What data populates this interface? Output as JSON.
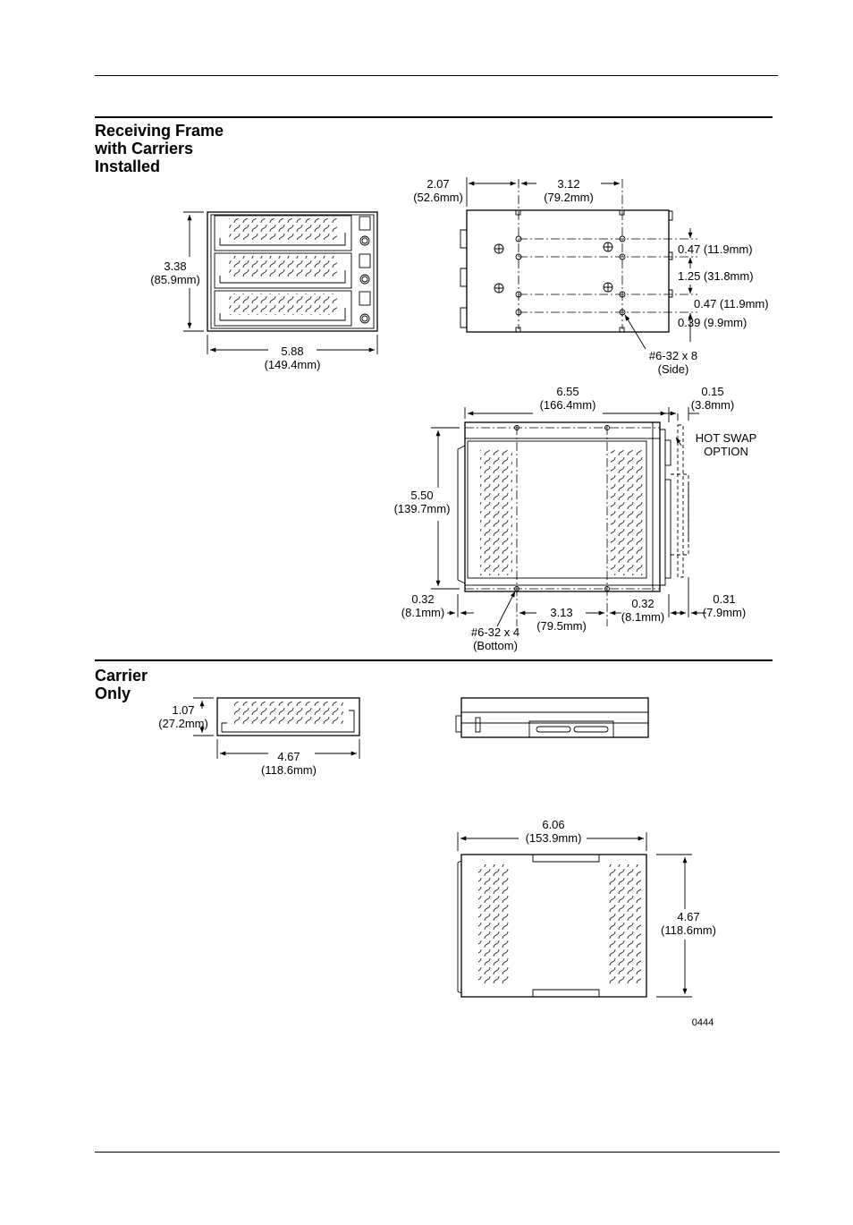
{
  "sections": {
    "frame": {
      "title_lines": [
        "Receiving Frame",
        "with Carriers",
        "Installed"
      ]
    },
    "carrier": {
      "title_lines": [
        "Carrier",
        "Only"
      ]
    }
  },
  "dims": {
    "frame_height": [
      "3.38",
      "(85.9mm)"
    ],
    "frame_width": [
      "5.88",
      "(149.4mm)"
    ],
    "side_offset": [
      "2.07",
      "(52.6mm)"
    ],
    "side_spacing": [
      "3.12",
      "(79.2mm)"
    ],
    "side_v1": "0.47 (11.9mm)",
    "side_v2": "1.25 (31.8mm)",
    "side_v3": "0.47 (11.9mm)",
    "side_v4": "0.39 (9.9mm)",
    "side_screw": [
      "#6-32 x 8",
      "(Side)"
    ],
    "bottom_depth": [
      "6.55",
      "(166.4mm)"
    ],
    "bottom_hotswap_gap": [
      "0.15",
      "(3.8mm)"
    ],
    "hot_swap": [
      "HOT SWAP",
      "OPTION"
    ],
    "bottom_width": [
      "5.50",
      "(139.7mm)"
    ],
    "bottom_left_edge": [
      "0.32",
      "(8.1mm)"
    ],
    "bottom_spacing": [
      "3.13",
      "(79.5mm)"
    ],
    "bottom_right_edge": [
      "0.32",
      "(8.1mm)"
    ],
    "bottom_hotswap": [
      "0.31",
      "(7.9mm)"
    ],
    "bottom_screw": [
      "#6-32 x 4",
      "(Bottom)"
    ],
    "carrier_height": [
      "1.07",
      "(27.2mm)"
    ],
    "carrier_width": [
      "4.67",
      "(118.6mm)"
    ],
    "carrier_depth": [
      "6.06",
      "(153.9mm)"
    ],
    "carrier_bottom_width": [
      "4.67",
      "(118.6mm)"
    ]
  },
  "figure_number": "0444"
}
